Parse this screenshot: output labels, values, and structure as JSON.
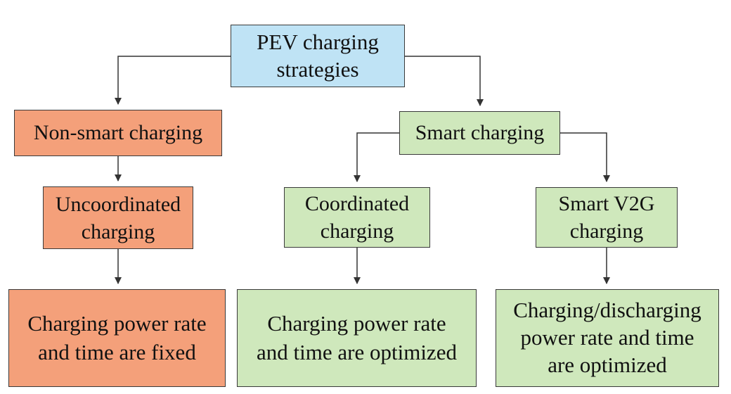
{
  "colors": {
    "root": "#bfe3f5",
    "non_smart": "#f4a07a",
    "smart": "#cfe8bc",
    "stroke": "#333333"
  },
  "nodes": {
    "root": {
      "label": "PEV charging\nstrategies"
    },
    "non_smart": {
      "label": "Non-smart charging"
    },
    "smart": {
      "label": "Smart charging"
    },
    "uncoordinated": {
      "label": "Uncoordinated\ncharging"
    },
    "coordinated": {
      "label": "Coordinated\ncharging"
    },
    "smart_v2g": {
      "label": "Smart V2G\ncharging"
    },
    "fixed": {
      "label": "Charging power rate\nand time are fixed"
    },
    "optimized": {
      "label": "Charging power rate\nand time are optimized"
    },
    "v2g_optimized": {
      "label": "Charging/discharging\npower rate and time\nare optimized"
    }
  }
}
